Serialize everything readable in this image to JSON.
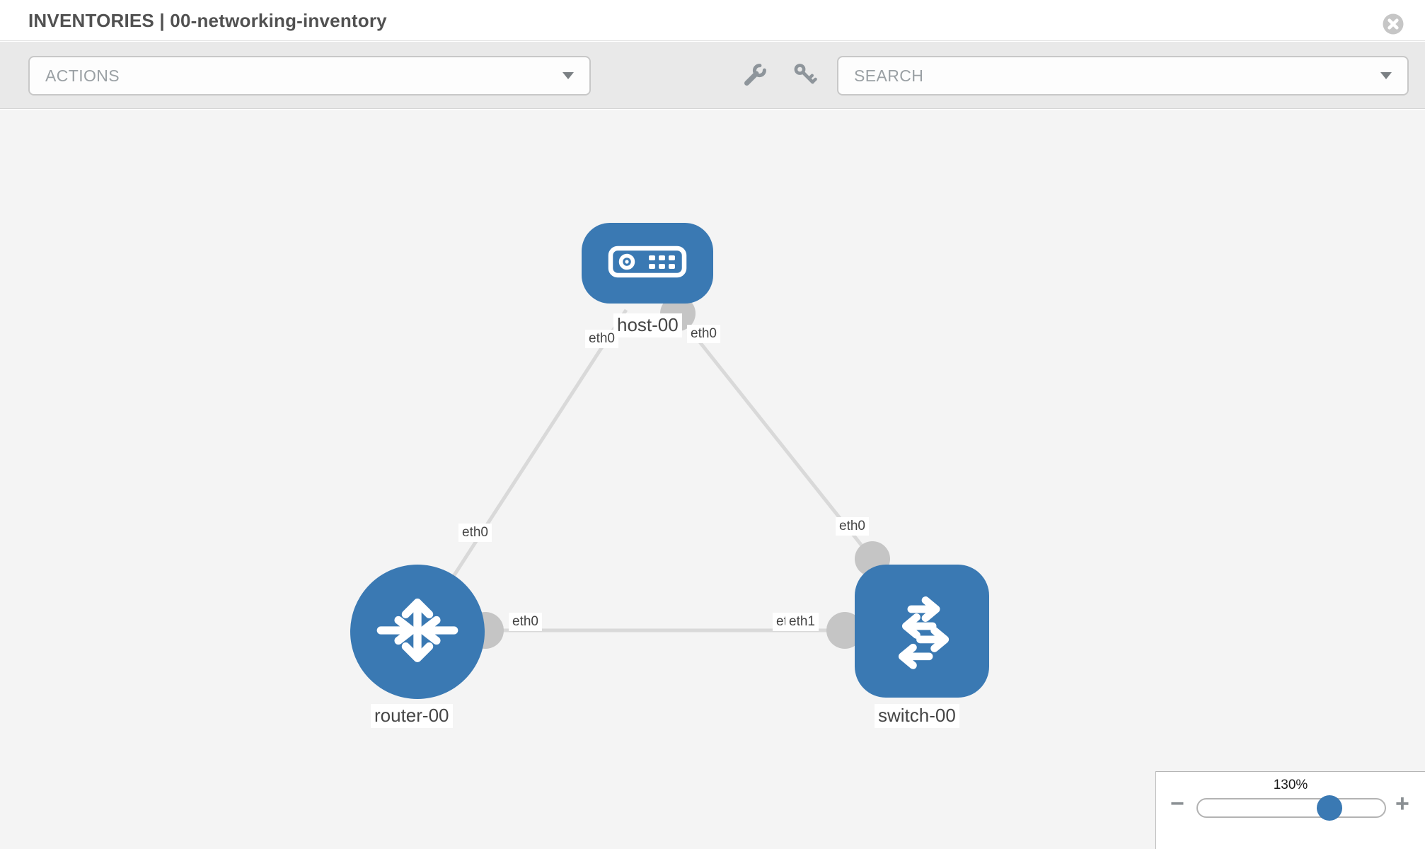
{
  "header": {
    "title": "INVENTORIES | 00-networking-inventory"
  },
  "toolbar": {
    "actions_label": "ACTIONS",
    "search_label": "SEARCH",
    "icons": [
      "wrench-icon",
      "key-icon"
    ]
  },
  "topology": {
    "nodes": [
      {
        "id": "host-00",
        "type": "host",
        "label": "host-00"
      },
      {
        "id": "router-00",
        "type": "router",
        "label": "router-00"
      },
      {
        "id": "switch-00",
        "type": "switch",
        "label": "switch-00"
      }
    ],
    "links": [
      {
        "from": "host-00",
        "to": "router-00",
        "from_if": "eth0",
        "to_if": "eth0"
      },
      {
        "from": "host-00",
        "to": "switch-00",
        "from_if": "eth0",
        "to_if": "eth0"
      },
      {
        "from": "router-00",
        "to": "switch-00",
        "from_if": "eth0",
        "to_if": "eth1"
      }
    ],
    "interfaces": {
      "host_left": "eth0",
      "host_right": "eth0",
      "router_top": "eth0",
      "router_right": "eth0",
      "switch_top": "eth0",
      "switch_left_a": "eth0",
      "switch_left_b": "eth1"
    }
  },
  "zoom_control": {
    "level": "130%",
    "minus_label": "−",
    "plus_label": "+"
  },
  "colors": {
    "node_blue": "#3a79b3",
    "link_gray": "#d9d9d9",
    "dot_gray": "#c5c5c5",
    "toolbar_bg": "#e9e9e9",
    "canvas_bg": "#f4f4f4",
    "label_text": "#454545",
    "muted_text": "#9aa0a4",
    "icon_gray": "#8e959b",
    "title_text": "#515151"
  }
}
